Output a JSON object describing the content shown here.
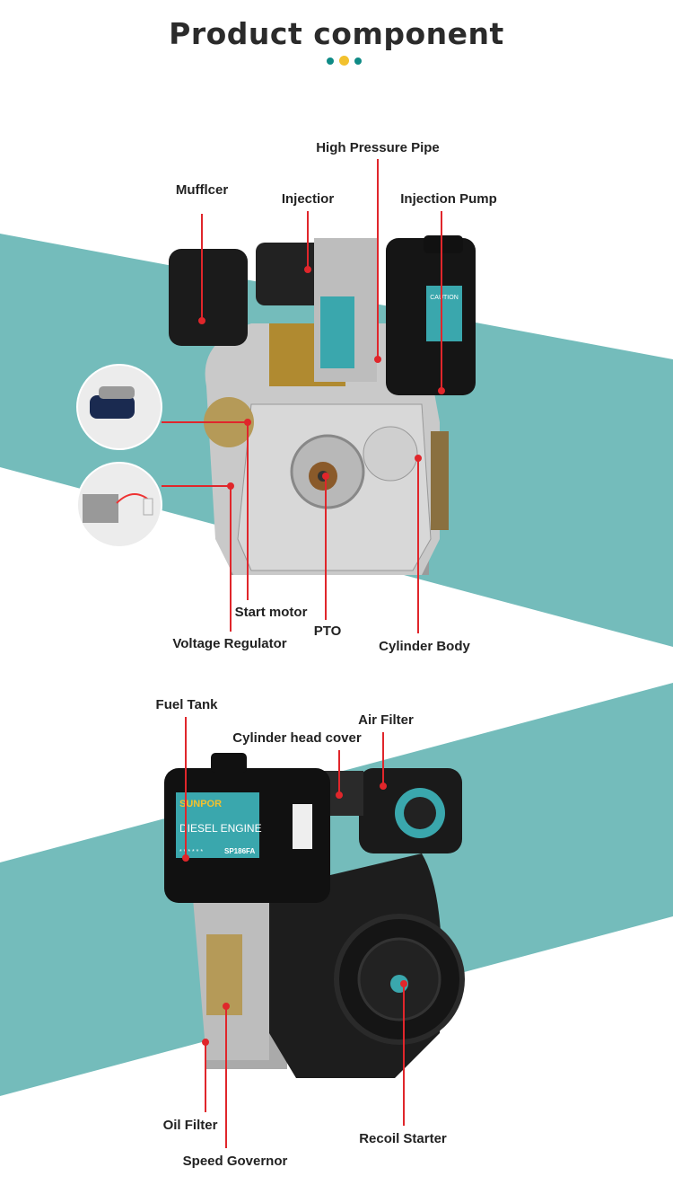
{
  "header": {
    "title": "Product component"
  },
  "colors": {
    "teal": "#74bcbb",
    "accent_dot": "#0f8b86",
    "yellow_dot": "#f2c12e",
    "leader": "#e0262b"
  },
  "top_engine": {
    "labels": {
      "muffler": "Mufflcer",
      "injector": "Injectior",
      "high_pressure_pipe": "High Pressure Pipe",
      "injection_pump": "Injection Pump",
      "start_motor": "Start motor",
      "voltage_regulator": "Voltage Regulator",
      "pto": "PTO",
      "cylinder_body": "Cylinder Body"
    },
    "sticker": "CAUTION"
  },
  "bottom_engine": {
    "labels": {
      "fuel_tank": "Fuel Tank",
      "cylinder_head_cover": "Cylinder head cover",
      "air_filter": "Air Filter",
      "oil_filter": "Oil Filter",
      "speed_governor": "Speed Governor",
      "recoil_starter": "Recoil Starter"
    },
    "tank_label": {
      "brand": "SUNPOR",
      "name": "DIESEL ENGINE",
      "model": "SP186FA",
      "stars": "* * * * * *"
    }
  }
}
